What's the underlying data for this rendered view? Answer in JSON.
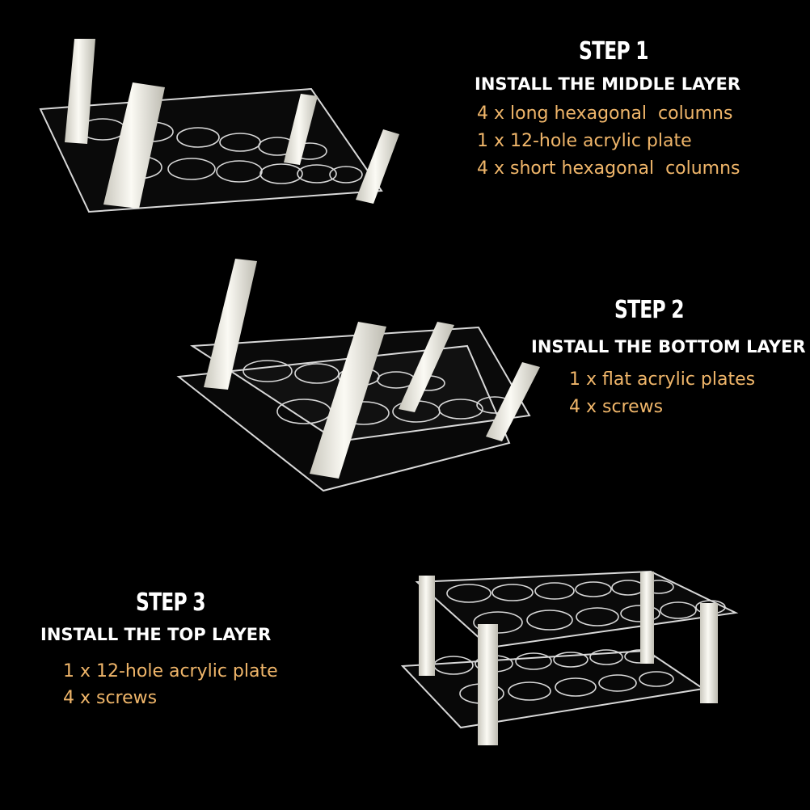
{
  "colors": {
    "background": "#000000",
    "heading": "#ffffff",
    "item_text": "#f0b66a",
    "acrylic_edge": "#e6e6e6",
    "column": "#f2f1ea"
  },
  "steps": [
    {
      "title": "STEP 1",
      "subtitle": "INSTALL THE MIDDLE LAYER",
      "items": [
        "4 x long hexagonal  columns",
        "1 x 12-hole acrylic plate",
        "4 x short hexagonal  columns"
      ]
    },
    {
      "title": "STEP 2",
      "subtitle": "INSTALL THE BOTTOM LAYER",
      "items": [
        "1 x flat acrylic plates",
        "4 x screws"
      ]
    },
    {
      "title": "STEP 3",
      "subtitle": "INSTALL THE TOP LAYER",
      "items": [
        "1 x 12-hole acrylic plate",
        "4 x screws"
      ]
    }
  ]
}
